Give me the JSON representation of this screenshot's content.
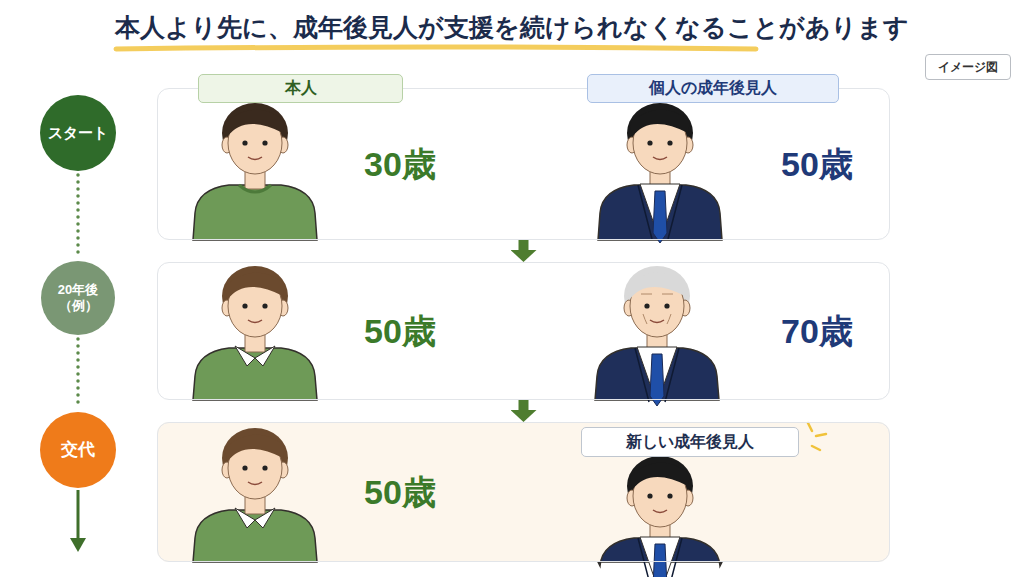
{
  "diagram": {
    "title": "本人より先に、成年後見人が支援を続けられなくなることがあります",
    "nodes": [
      {
        "text": [
          "イメージ図"
        ]
      },
      {
        "text": [
          "スタート"
        ]
      },
      {
        "text": [
          "30歳",
          "50歳"
        ]
      },
      {
        "text": [
          "本人"
        ],
        "in": 2
      },
      {
        "text": [
          "個人の成年後見人"
        ],
        "in": 2
      },
      {
        "text": [
          "20年後 （例）"
        ]
      },
      {
        "text": [
          "50歳",
          "70歳"
        ]
      },
      {
        "text": [
          "交代"
        ]
      },
      {
        "text": [
          "50歳"
        ]
      },
      {
        "text": [
          "新しい成年後見人"
        ],
        "in": 8
      }
    ],
    "edges": [
      {
        "from": 1,
        "to": 5,
        "arrow": "none"
      },
      {
        "from": 5,
        "to": 7,
        "arrow": "none"
      },
      {
        "from": 2,
        "to": 6,
        "arrow": "to"
      },
      {
        "from": 6,
        "to": 8,
        "arrow": "to"
      }
    ]
  }
}
